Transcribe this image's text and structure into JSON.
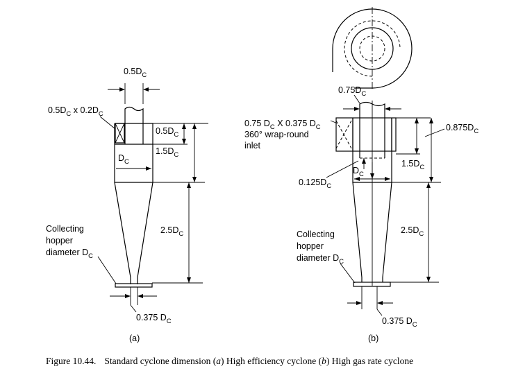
{
  "diagram_a": {
    "top_outlet_width": "0.5D",
    "top_outlet_width_sub": "C",
    "inlet_size": "0.5D",
    "inlet_size_sub1": "C",
    "inlet_size_mid": " x 0.2D",
    "inlet_size_sub2": "C",
    "outlet_depth": "0.5D",
    "outlet_depth_sub": "C",
    "body_height": "1.5D",
    "body_height_sub": "C",
    "diameter": "D",
    "diameter_sub": "C",
    "cone_height": "2.5D",
    "cone_height_sub": "C",
    "hopper_line1": "Collecting",
    "hopper_line2": "hopper",
    "hopper_line3": "diameter D",
    "hopper_sub": "C",
    "bottom_outlet": "0.375 D",
    "bottom_outlet_sub": "C",
    "panel_label": "(a)"
  },
  "diagram_b": {
    "top_outlet_width": "0.75D",
    "top_outlet_width_sub": "C",
    "inlet_size_a": "0.75 D",
    "inlet_size_sub1": "C",
    "inlet_size_b": "  X 0.375 D",
    "inlet_size_sub2": "C",
    "inlet_line2": "360° wrap-round",
    "inlet_line3": "inlet",
    "outlet_depth": "0.875D",
    "outlet_depth_sub": "C",
    "body_height": "1.5D",
    "body_height_sub": "C",
    "diameter": "D",
    "diameter_sub": "C",
    "gap": "0.125D",
    "gap_sub": "C",
    "cone_height": "2.5D",
    "cone_height_sub": "C",
    "hopper_line1": "Collecting",
    "hopper_line2": "hopper",
    "hopper_line3": "diameter D",
    "hopper_sub": "C",
    "bottom_outlet": "0.375 D",
    "bottom_outlet_sub": "C",
    "panel_label": "(b)"
  },
  "caption": {
    "prefix": "Figure 10.44.",
    "text1": "Standard cyclone dimension (",
    "a": "a",
    "text2": ") High efficiency cyclone (",
    "b": "b",
    "text3": ") High gas rate cyclone"
  }
}
